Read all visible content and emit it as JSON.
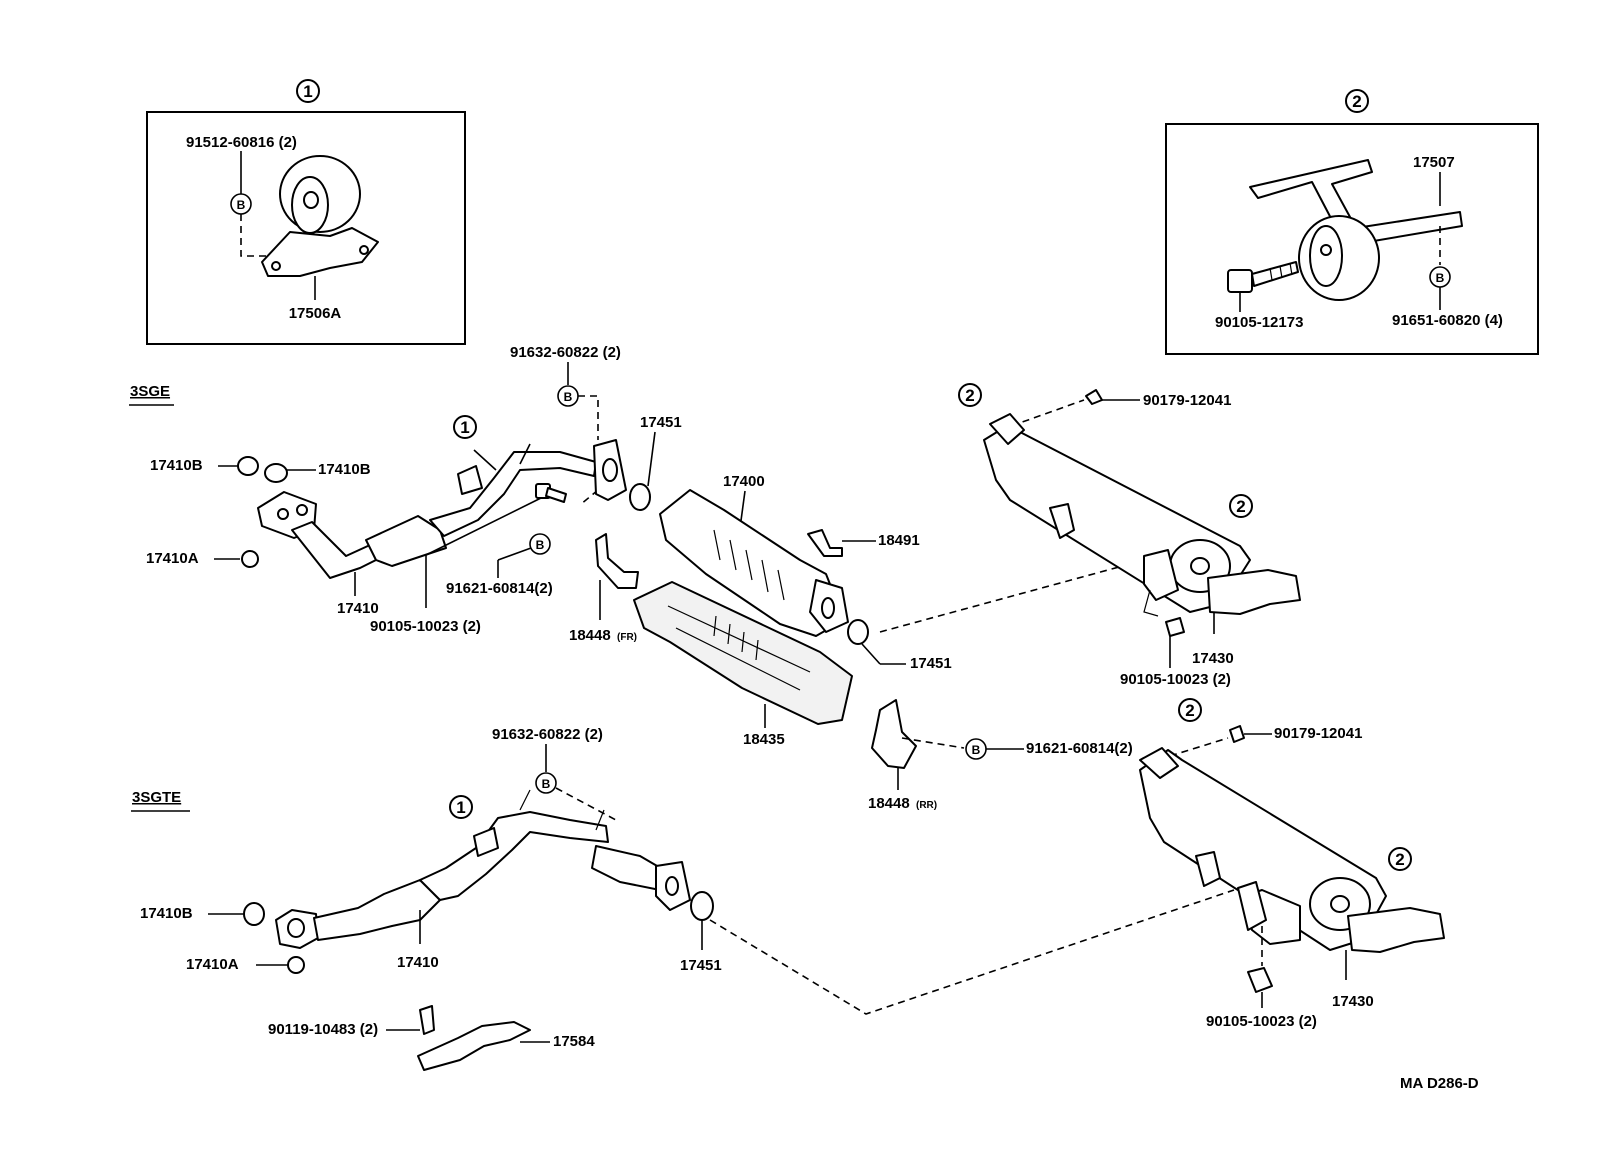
{
  "diagram_code": "MA D286-D",
  "callouts": {
    "one": "1",
    "two": "2",
    "b": "B"
  },
  "sections": {
    "sge": "3SGE",
    "sgte": "3SGTE"
  },
  "parts": {
    "p91512": "91512-60816 (2)",
    "p17506A": "17506A",
    "p17507": "17507",
    "p90105_12173": "90105-12173",
    "p91651": "91651-60820 (4)",
    "p91632_top": "91632-60822 (2)",
    "p17451_a": "17451",
    "p17400": "17400",
    "p90179_a": "90179-12041",
    "p17410B_a": "17410B",
    "p17410B_b": "17410B",
    "p17410A_a": "17410A",
    "p17410_a": "17410",
    "p90105_10023_a": "90105-10023 (2)",
    "p91621_a": "91621-60814(2)",
    "p18448FR": "18448",
    "p18448FR_suffix": "(FR)",
    "p18491": "18491",
    "p17451_b": "17451",
    "p17430_a": "17430",
    "p90105_10023_b": "90105-10023 (2)",
    "p18435": "18435",
    "p91632_bot": "91632-60822 (2)",
    "p91621_b": "91621-60814(2)",
    "p18448RR": "18448",
    "p18448RR_suffix": "(RR)",
    "p90179_b": "90179-12041",
    "p17410B_c": "17410B",
    "p17410A_b": "17410A",
    "p17410_b": "17410",
    "p17451_c": "17451",
    "p90119": "90119-10483 (2)",
    "p17584": "17584",
    "p17430_b": "17430",
    "p90105_10023_c": "90105-10023 (2)"
  }
}
